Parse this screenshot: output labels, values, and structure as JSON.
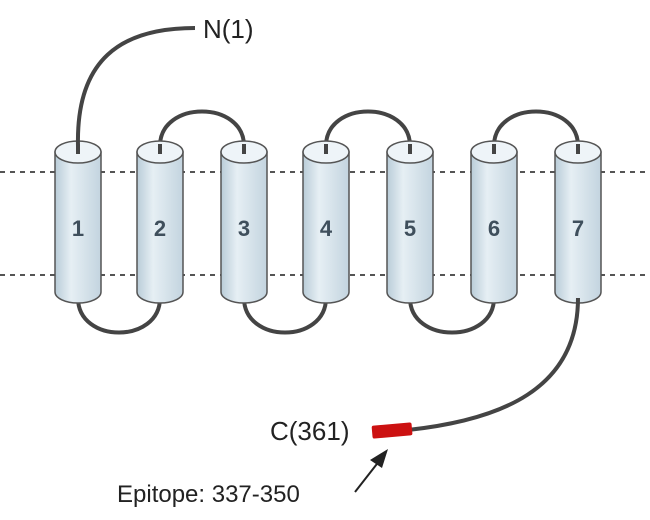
{
  "diagram": {
    "n_terminus_label": "N(1)",
    "c_terminus_label": "C(361)",
    "epitope_label": "Epitope: 337-350",
    "helices": [
      "1",
      "2",
      "3",
      "4",
      "5",
      "6",
      "7"
    ],
    "colors": {
      "helix_fill": "#dce8ef",
      "loop": "#444444",
      "epitope": "#cc1111",
      "membrane": "#555555"
    }
  }
}
